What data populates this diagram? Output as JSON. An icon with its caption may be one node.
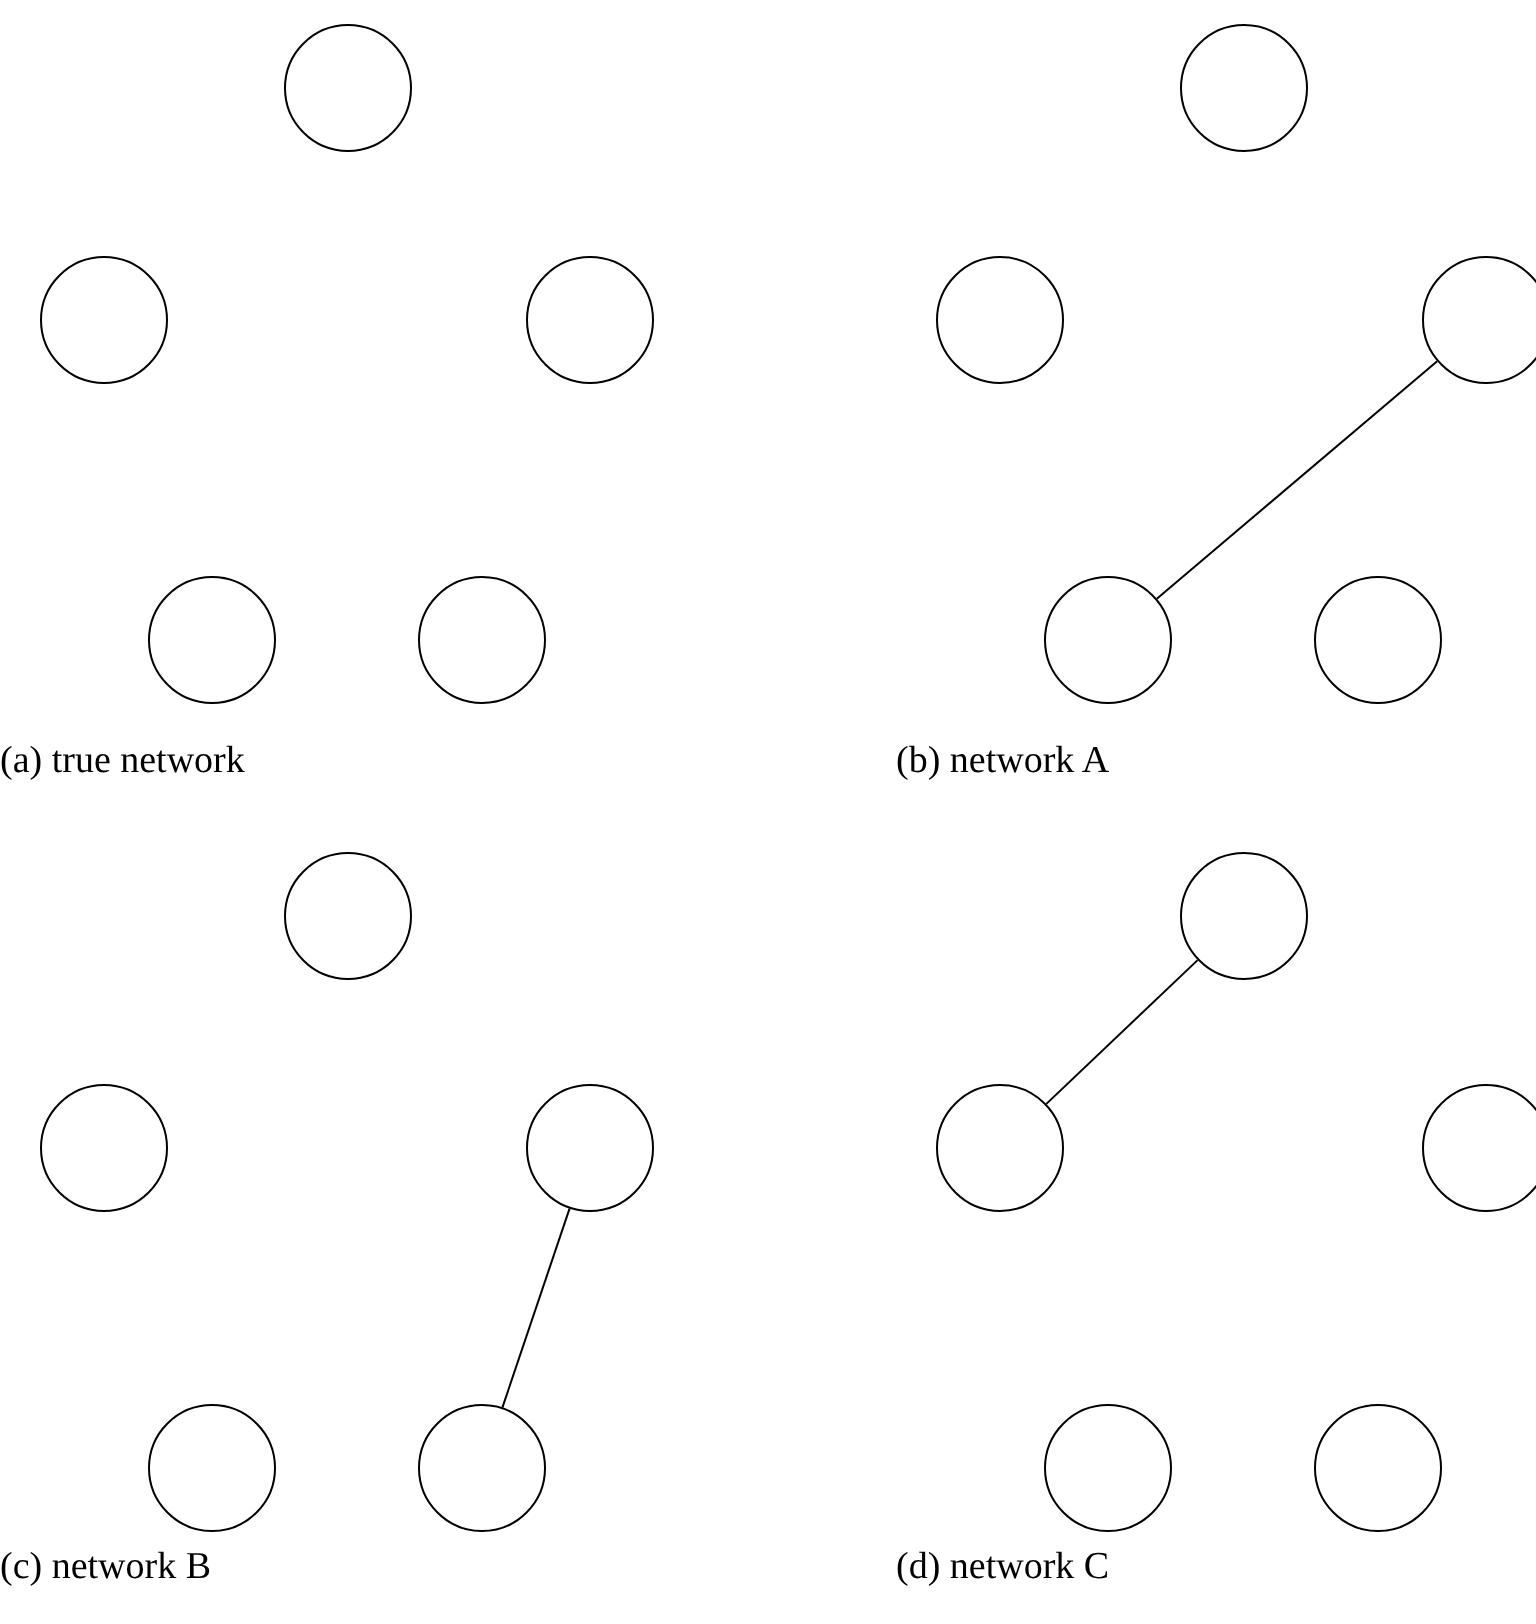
{
  "diagram": {
    "nodes": [
      {
        "text": [],
        "shape": "circle"
      },
      {
        "text": [],
        "shape": "circle"
      },
      {
        "text": [],
        "shape": "circle"
      },
      {
        "text": [],
        "shape": "circle"
      },
      {
        "text": [],
        "shape": "circle"
      },
      {
        "text": [],
        "shape": "circle"
      },
      {
        "text": [],
        "shape": "circle"
      },
      {
        "text": [],
        "shape": "circle"
      },
      {
        "text": [],
        "shape": "circle"
      },
      {
        "text": [],
        "shape": "circle"
      },
      {
        "text": [],
        "shape": "circle"
      },
      {
        "text": [],
        "shape": "circle"
      },
      {
        "text": [],
        "shape": "circle"
      },
      {
        "text": [],
        "shape": "circle"
      },
      {
        "text": [],
        "shape": "circle"
      },
      {
        "text": [],
        "shape": "circle"
      },
      {
        "text": [],
        "shape": "circle"
      },
      {
        "text": [],
        "shape": "circle"
      },
      {
        "text": [],
        "shape": "circle"
      },
      {
        "text": [],
        "shape": "circle"
      }
    ],
    "edges": [
      {
        "from": 7,
        "to": 8,
        "arrow": "none"
      },
      {
        "from": 12,
        "to": 14,
        "arrow": "none"
      },
      {
        "from": 15,
        "to": 16,
        "arrow": "none"
      }
    ],
    "labels": [
      "(a) true network",
      "(b) network A",
      "(c) network B",
      "(d) network C"
    ]
  }
}
